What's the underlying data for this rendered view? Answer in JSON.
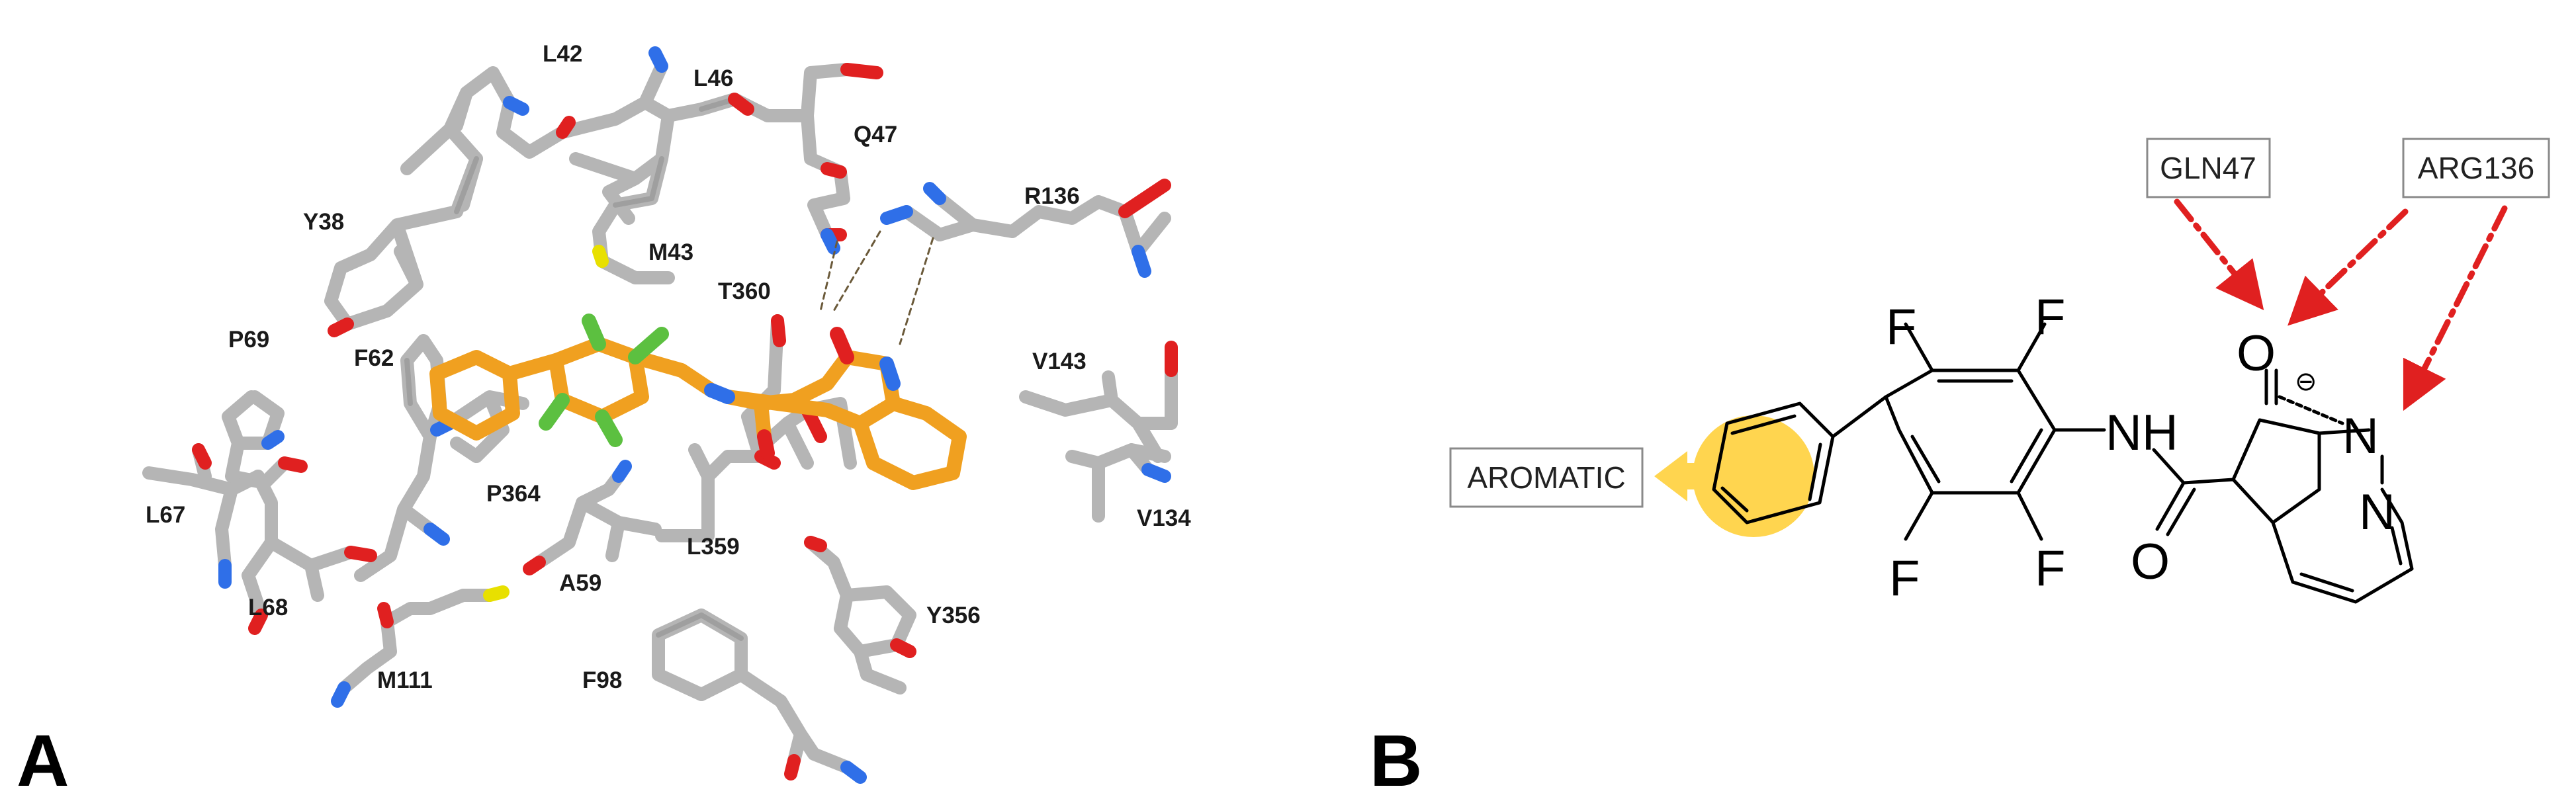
{
  "panel_a": {
    "letter": "A",
    "residues": {
      "l42": "L42",
      "l46": "L46",
      "q47": "Q47",
      "y38": "Y38",
      "m43": "M43",
      "r136": "R136",
      "t360": "T360",
      "p69": "P69",
      "f62": "F62",
      "v143": "V143",
      "p364": "P364",
      "l67": "L67",
      "v134": "V134",
      "l359": "L359",
      "l68": "L68",
      "a59": "A59",
      "y356": "Y356",
      "m111": "M111",
      "f98": "F98"
    }
  },
  "panel_b": {
    "letter": "B",
    "boxes": {
      "gln47": "GLN47",
      "arg136": "ARG136",
      "aromatic": "AROMATIC"
    },
    "atoms": {
      "f1": "F",
      "f2": "F",
      "f3": "F",
      "f4": "F",
      "nh": "NH",
      "o_carbonyl": "O",
      "o_enolate": "O",
      "charge": "⊖",
      "n1": "N",
      "n2": "N"
    }
  },
  "colors": {
    "carbon": "#b5b5b5",
    "carbon_dark": "#8c8c8c",
    "ligand": "#f0a020",
    "oxygen": "#e02020",
    "nitrogen": "#2f6fe8",
    "sulfur": "#e8e000",
    "fluorine": "#5cc040",
    "arrow": "#e02020",
    "aromatic_disc": "#ffd54f",
    "hbond": "#6b5a3a"
  }
}
